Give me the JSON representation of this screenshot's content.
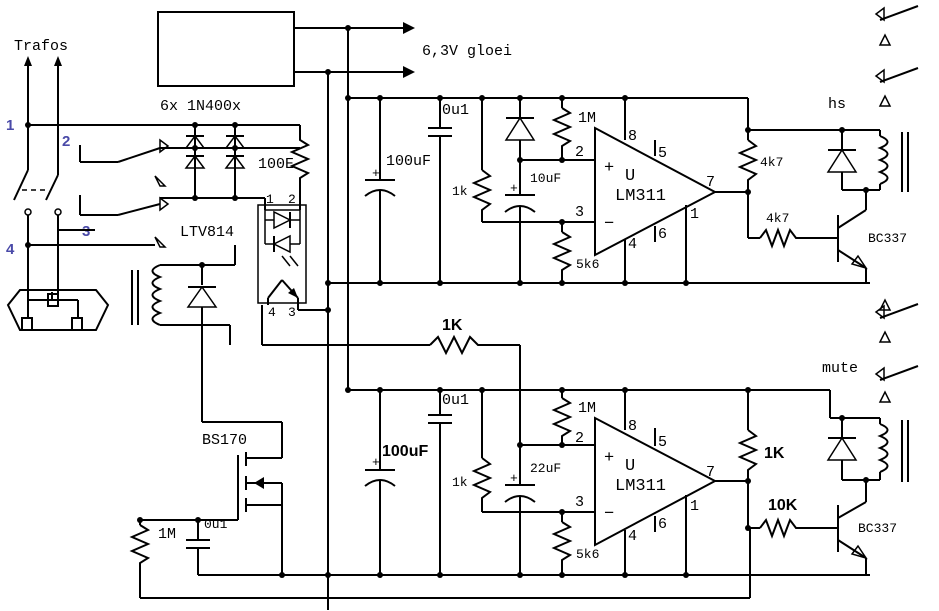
{
  "labels": {
    "trafos": "Trafos",
    "gloei": "6,3V gloei",
    "diodes": "6x 1N400x",
    "ltv": "LTV814",
    "r100e": "100E",
    "hs": "hs",
    "mute": "mute",
    "bs170": "BS170",
    "r1k_top": "1K",
    "c0u1_a": "0u1",
    "c0u1_b": "0u1",
    "c0u1_c": "0u1",
    "c100uf_a": "100uF",
    "c100uf_b": "100uF",
    "c10uf": "10uF",
    "c22uf": "22uF",
    "r1m_a": "1M",
    "r1m_b": "1M",
    "r1m_c": "1M",
    "r1k_a": "1k",
    "r1k_b": "1k",
    "r5k6_a": "5k6",
    "r5k6_b": "5k6",
    "r4k7_a": "4k7",
    "r4k7_b": "4k7",
    "r1k_big": "1K",
    "r10k": "10K",
    "bc337_a": "BC337",
    "bc337_b": "BC337",
    "u_a": "U",
    "u_b": "U",
    "lm_a": "LM311",
    "lm_b": "LM311"
  },
  "opamp_pins": {
    "plus": "+",
    "minus": "−",
    "p2": "2",
    "p3": "3",
    "p4": "4",
    "p5": "5",
    "p6": "6",
    "p7": "7",
    "p8": "8",
    "p1": "1"
  },
  "opto_pins": {
    "p1": "1",
    "p2": "2",
    "p3": "3",
    "p4": "4"
  },
  "connector_pins": {
    "p1": "1",
    "p2": "2",
    "p3": "3",
    "p4": "4"
  }
}
